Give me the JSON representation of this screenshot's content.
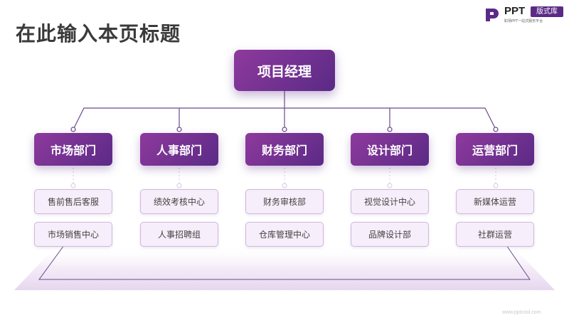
{
  "page": {
    "title": "在此输入本页标题"
  },
  "logo": {
    "brand": "PPT",
    "tag": "版式库",
    "slogan": "职场PPT一站式服务平台"
  },
  "root": {
    "label": "项目经理"
  },
  "departments": [
    {
      "label": "市场部门",
      "subs": [
        "售前售后客服",
        "市场销售中心"
      ]
    },
    {
      "label": "人事部门",
      "subs": [
        "绩效考核中心",
        "人事招聘组"
      ]
    },
    {
      "label": "财务部门",
      "subs": [
        "财务审核部",
        "仓库管理中心"
      ]
    },
    {
      "label": "设计部门",
      "subs": [
        "视觉设计中心",
        "品牌设计部"
      ]
    },
    {
      "label": "运营部门",
      "subs": [
        "新媒体运营",
        "社群运营"
      ]
    }
  ],
  "footer": {
    "watermark": "www.pptcool.com"
  },
  "colors": {
    "primary": "#5b2a86",
    "accent": "#8e3a9d",
    "sub_bg": "#f6eefa",
    "line": "#6b4a8a"
  }
}
